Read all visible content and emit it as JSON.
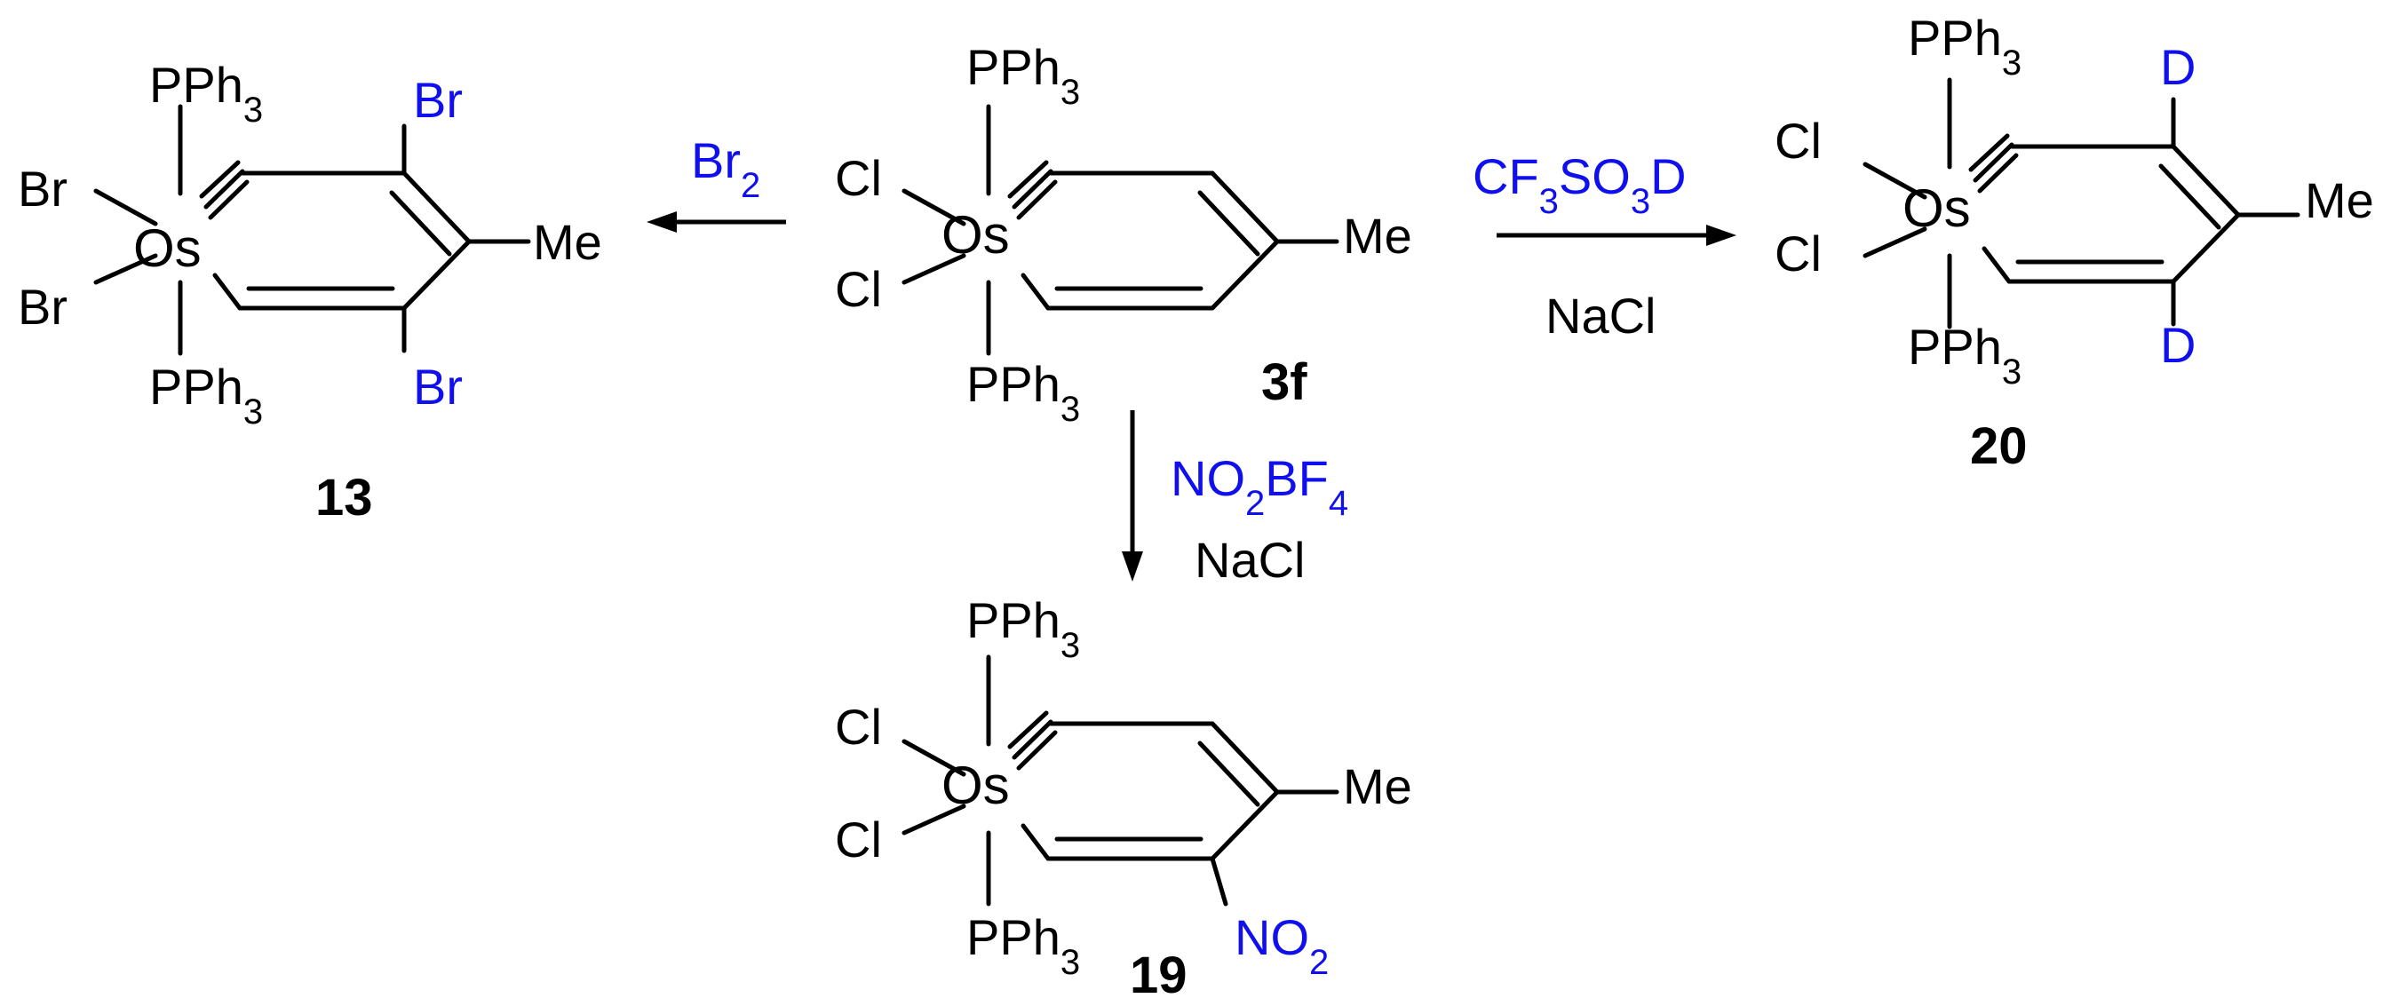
{
  "scheme": {
    "start": {
      "number": "3f",
      "labels": {
        "metal": "Os",
        "ligand_top": "PPh3",
        "ligand_bottom": "PPh3",
        "left_1": "Cl",
        "left_2": "Cl",
        "substituent": "Me"
      }
    },
    "reactions": [
      {
        "id": "to13",
        "reagent": "Br2",
        "conditions": ""
      },
      {
        "id": "to19",
        "reagent": "NO2BF4",
        "conditions": "NaCl"
      },
      {
        "id": "to20",
        "reagent": "CF3SO3D",
        "conditions": "NaCl"
      }
    ],
    "products": [
      {
        "number": "13",
        "labels": {
          "metal": "Os",
          "ligand_top": "PPh3",
          "ligand_bottom": "PPh3",
          "left_1": "Br",
          "left_2": "Br",
          "substituent": "Me",
          "new_1": "Br",
          "new_2": "Br"
        }
      },
      {
        "number": "19",
        "labels": {
          "metal": "Os",
          "ligand_top": "PPh3",
          "ligand_bottom": "PPh3",
          "left_1": "Cl",
          "left_2": "Cl",
          "substituent": "Me",
          "new_1": "NO2"
        }
      },
      {
        "number": "20",
        "labels": {
          "metal": "Os",
          "ligand_top": "PPh3",
          "ligand_bottom": "PPh3",
          "left_1": "Cl",
          "left_2": "Cl",
          "substituent": "Me",
          "new_1": "D",
          "new_2": "D"
        }
      }
    ],
    "colors": {
      "reagent": "#1010ee",
      "new_substituent": "#1010ee",
      "structure": "#000000"
    }
  }
}
